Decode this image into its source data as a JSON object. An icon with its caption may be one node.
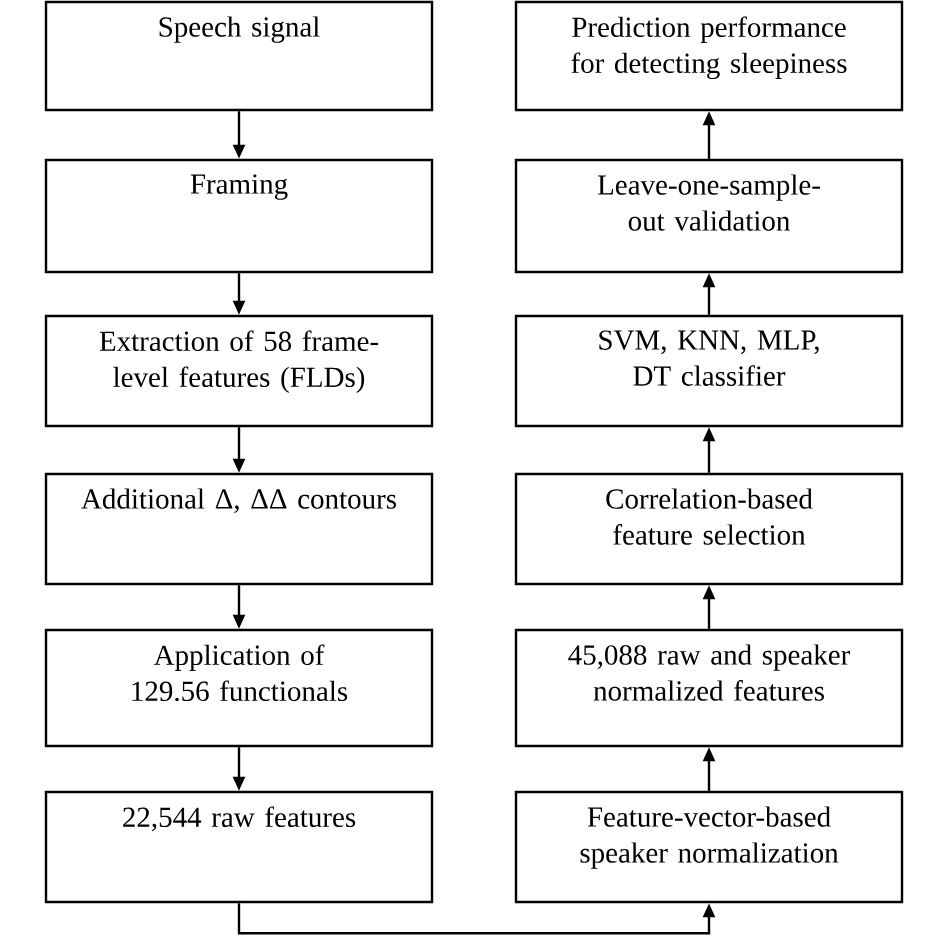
{
  "diagram": {
    "nodes": [
      {
        "text": [
          "Speech signal"
        ]
      },
      {
        "text": [
          "Framing"
        ]
      },
      {
        "text": [
          "Extraction of 58 frame-level features (FLDs)"
        ]
      },
      {
        "text": [
          "Additional Δ, ΔΔ contours"
        ]
      },
      {
        "text": [
          "Application of 129.56 functionals"
        ]
      },
      {
        "text": [
          "22,544 raw features"
        ]
      },
      {
        "text": [
          "Feature-vector-based speaker normalization"
        ]
      },
      {
        "text": [
          "45,088 raw and speaker normalized features"
        ]
      },
      {
        "text": [
          "Correlation-based feature selection"
        ]
      },
      {
        "text": [
          "SVM, KNN, MLP, DT classifier"
        ]
      },
      {
        "text": [
          "Leave-one-sample-out validation"
        ]
      },
      {
        "text": [
          "Prediction performance for detecting sleepiness"
        ]
      }
    ],
    "edges": [
      {
        "from": 0,
        "to": 1,
        "arrow": "to"
      },
      {
        "from": 1,
        "to": 2,
        "arrow": "to"
      },
      {
        "from": 2,
        "to": 3,
        "arrow": "to"
      },
      {
        "from": 3,
        "to": 4,
        "arrow": "to"
      },
      {
        "from": 4,
        "to": 5,
        "arrow": "to"
      },
      {
        "from": 5,
        "to": 6,
        "arrow": "to"
      },
      {
        "from": 6,
        "to": 7,
        "arrow": "to"
      },
      {
        "from": 7,
        "to": 8,
        "arrow": "to"
      },
      {
        "from": 8,
        "to": 9,
        "arrow": "to"
      },
      {
        "from": 9,
        "to": 10,
        "arrow": "to"
      },
      {
        "from": 10,
        "to": 11,
        "arrow": "to"
      }
    ]
  }
}
